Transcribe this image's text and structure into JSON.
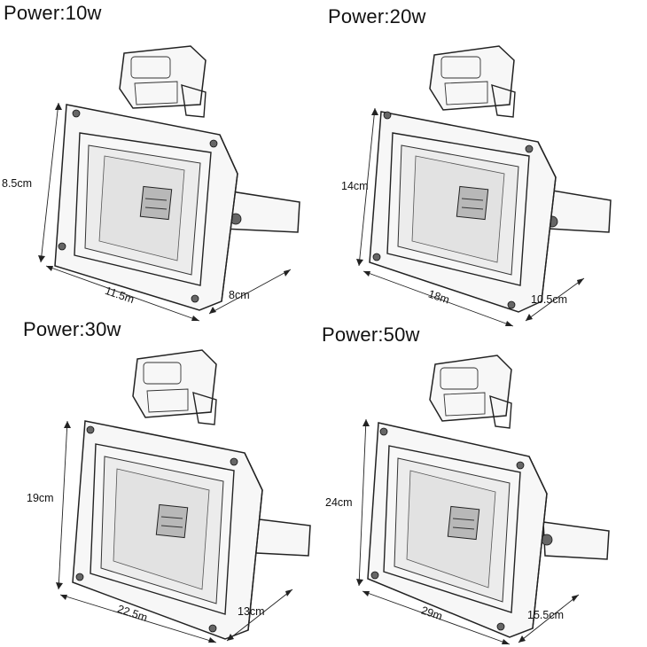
{
  "products": [
    {
      "power": "Power:10w",
      "height": "8.5cm",
      "width": "11.5m",
      "depth": "8cm"
    },
    {
      "power": "Power:20w",
      "height": "14cm",
      "width": "18m",
      "depth": "10.5cm"
    },
    {
      "power": "Power:30w",
      "height": "19cm",
      "width": "22.5m",
      "depth": "13cm"
    },
    {
      "power": "Power:50w",
      "height": "24cm",
      "width": "29m",
      "depth": "15.5cm"
    }
  ],
  "chart_data": {
    "type": "table",
    "columns": [
      "power",
      "height",
      "width",
      "depth"
    ],
    "rows": [
      [
        "Power:10w",
        "8.5cm",
        "11.5m",
        "8cm"
      ],
      [
        "Power:20w",
        "14cm",
        "18m",
        "10.5cm"
      ],
      [
        "Power:30w",
        "19cm",
        "22.5m",
        "13cm"
      ],
      [
        "Power:50w",
        "24cm",
        "29m",
        "15.5cm"
      ]
    ]
  }
}
